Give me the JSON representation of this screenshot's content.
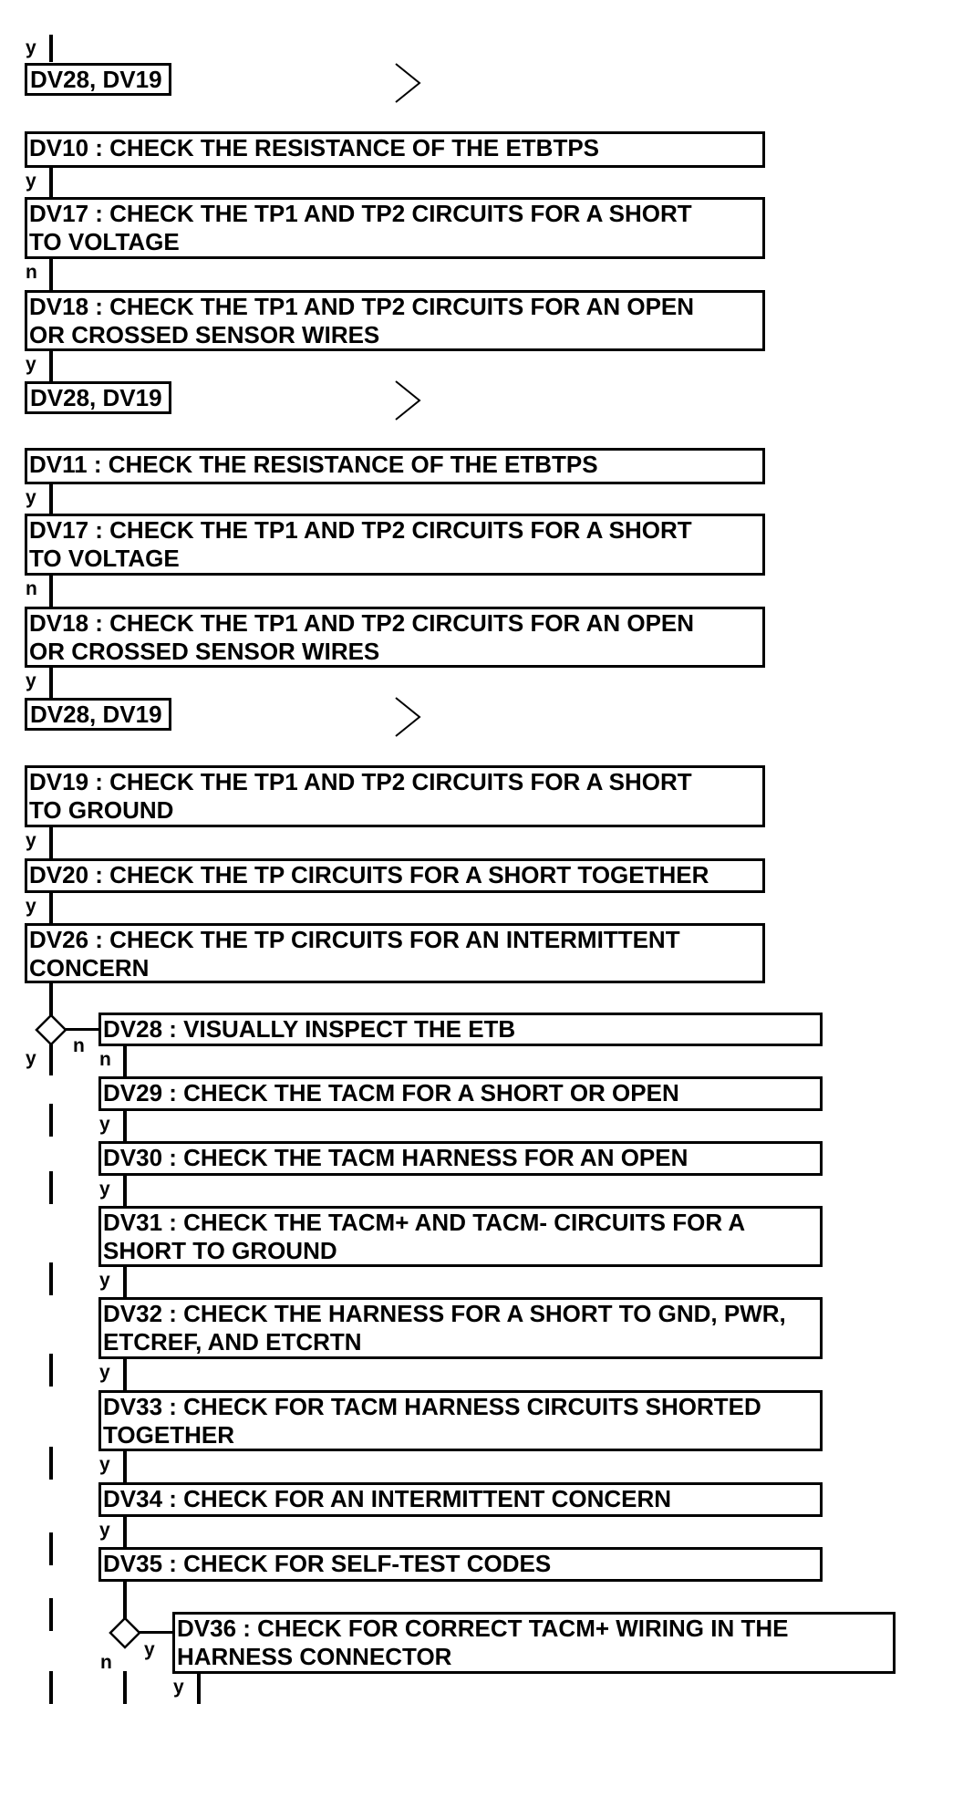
{
  "colors": {
    "ink": "#000000",
    "background": "#ffffff"
  },
  "refs": [
    {
      "id": "r1",
      "label": "DV28, DV19"
    },
    {
      "id": "r2",
      "label": "DV28, DV19"
    },
    {
      "id": "r3",
      "label": "DV28, DV19"
    }
  ],
  "steps": [
    {
      "id": "dv10",
      "text": "DV10 : CHECK THE RESISTANCE OF THE ETBTPS"
    },
    {
      "id": "dv17a",
      "text": "DV17 : CHECK THE TP1 AND TP2 CIRCUITS FOR A SHORT\nTO VOLTAGE"
    },
    {
      "id": "dv18a",
      "text": "DV18 : CHECK THE TP1 AND TP2 CIRCUITS FOR AN OPEN\nOR CROSSED SENSOR WIRES"
    },
    {
      "id": "dv11",
      "text": "DV11 : CHECK THE RESISTANCE OF THE ETBTPS"
    },
    {
      "id": "dv17b",
      "text": "DV17 : CHECK THE TP1 AND TP2 CIRCUITS FOR A SHORT\nTO VOLTAGE"
    },
    {
      "id": "dv18b",
      "text": "DV18 : CHECK THE TP1 AND TP2 CIRCUITS FOR AN OPEN\nOR CROSSED SENSOR WIRES"
    },
    {
      "id": "dv19",
      "text": "DV19 : CHECK THE TP1 AND TP2 CIRCUITS FOR A SHORT\nTO GROUND"
    },
    {
      "id": "dv20",
      "text": "DV20 : CHECK THE TP CIRCUITS FOR A SHORT TOGETHER"
    },
    {
      "id": "dv26",
      "text": "DV26 : CHECK THE TP CIRCUITS FOR AN INTERMITTENT\nCONCERN"
    },
    {
      "id": "dv28",
      "text": "DV28 : VISUALLY INSPECT THE ETB"
    },
    {
      "id": "dv29",
      "text": "DV29 : CHECK THE TACM FOR A SHORT OR OPEN"
    },
    {
      "id": "dv30",
      "text": "DV30 : CHECK THE TACM HARNESS FOR AN OPEN"
    },
    {
      "id": "dv31",
      "text": "DV31 : CHECK THE TACM+ AND TACM- CIRCUITS FOR A\nSHORT TO GROUND"
    },
    {
      "id": "dv32",
      "text": "DV32 : CHECK THE  HARNESS FOR A SHORT TO GND, PWR,\nETCREF, AND ETCRTN"
    },
    {
      "id": "dv33",
      "text": "DV33 : CHECK FOR TACM HARNESS CIRCUITS SHORTED\nTOGETHER"
    },
    {
      "id": "dv34",
      "text": "DV34 : CHECK FOR AN INTERMITTENT CONCERN"
    },
    {
      "id": "dv35",
      "text": "DV35 : CHECK FOR SELF-TEST CODES"
    },
    {
      "id": "dv36",
      "text": "DV36 : CHECK FOR CORRECT TACM+ WIRING IN THE\nHARNESS CONNECTOR"
    }
  ],
  "edge_labels": [
    {
      "id": "l0",
      "text": "y"
    },
    {
      "id": "l1",
      "text": "y"
    },
    {
      "id": "l2",
      "text": "n"
    },
    {
      "id": "l3",
      "text": "y"
    },
    {
      "id": "l4",
      "text": "y"
    },
    {
      "id": "l5",
      "text": "n"
    },
    {
      "id": "l6",
      "text": "y"
    },
    {
      "id": "l7",
      "text": "y"
    },
    {
      "id": "l8",
      "text": "y"
    },
    {
      "id": "l9",
      "text": "y"
    },
    {
      "id": "l10",
      "text": "n"
    },
    {
      "id": "l11",
      "text": "n"
    },
    {
      "id": "l12",
      "text": "y"
    },
    {
      "id": "l13",
      "text": "y"
    },
    {
      "id": "l14",
      "text": "y"
    },
    {
      "id": "l15",
      "text": "y"
    },
    {
      "id": "l16",
      "text": "y"
    },
    {
      "id": "l17",
      "text": "y"
    },
    {
      "id": "l18",
      "text": "n"
    },
    {
      "id": "l19",
      "text": "y"
    },
    {
      "id": "l20",
      "text": "y"
    }
  ]
}
